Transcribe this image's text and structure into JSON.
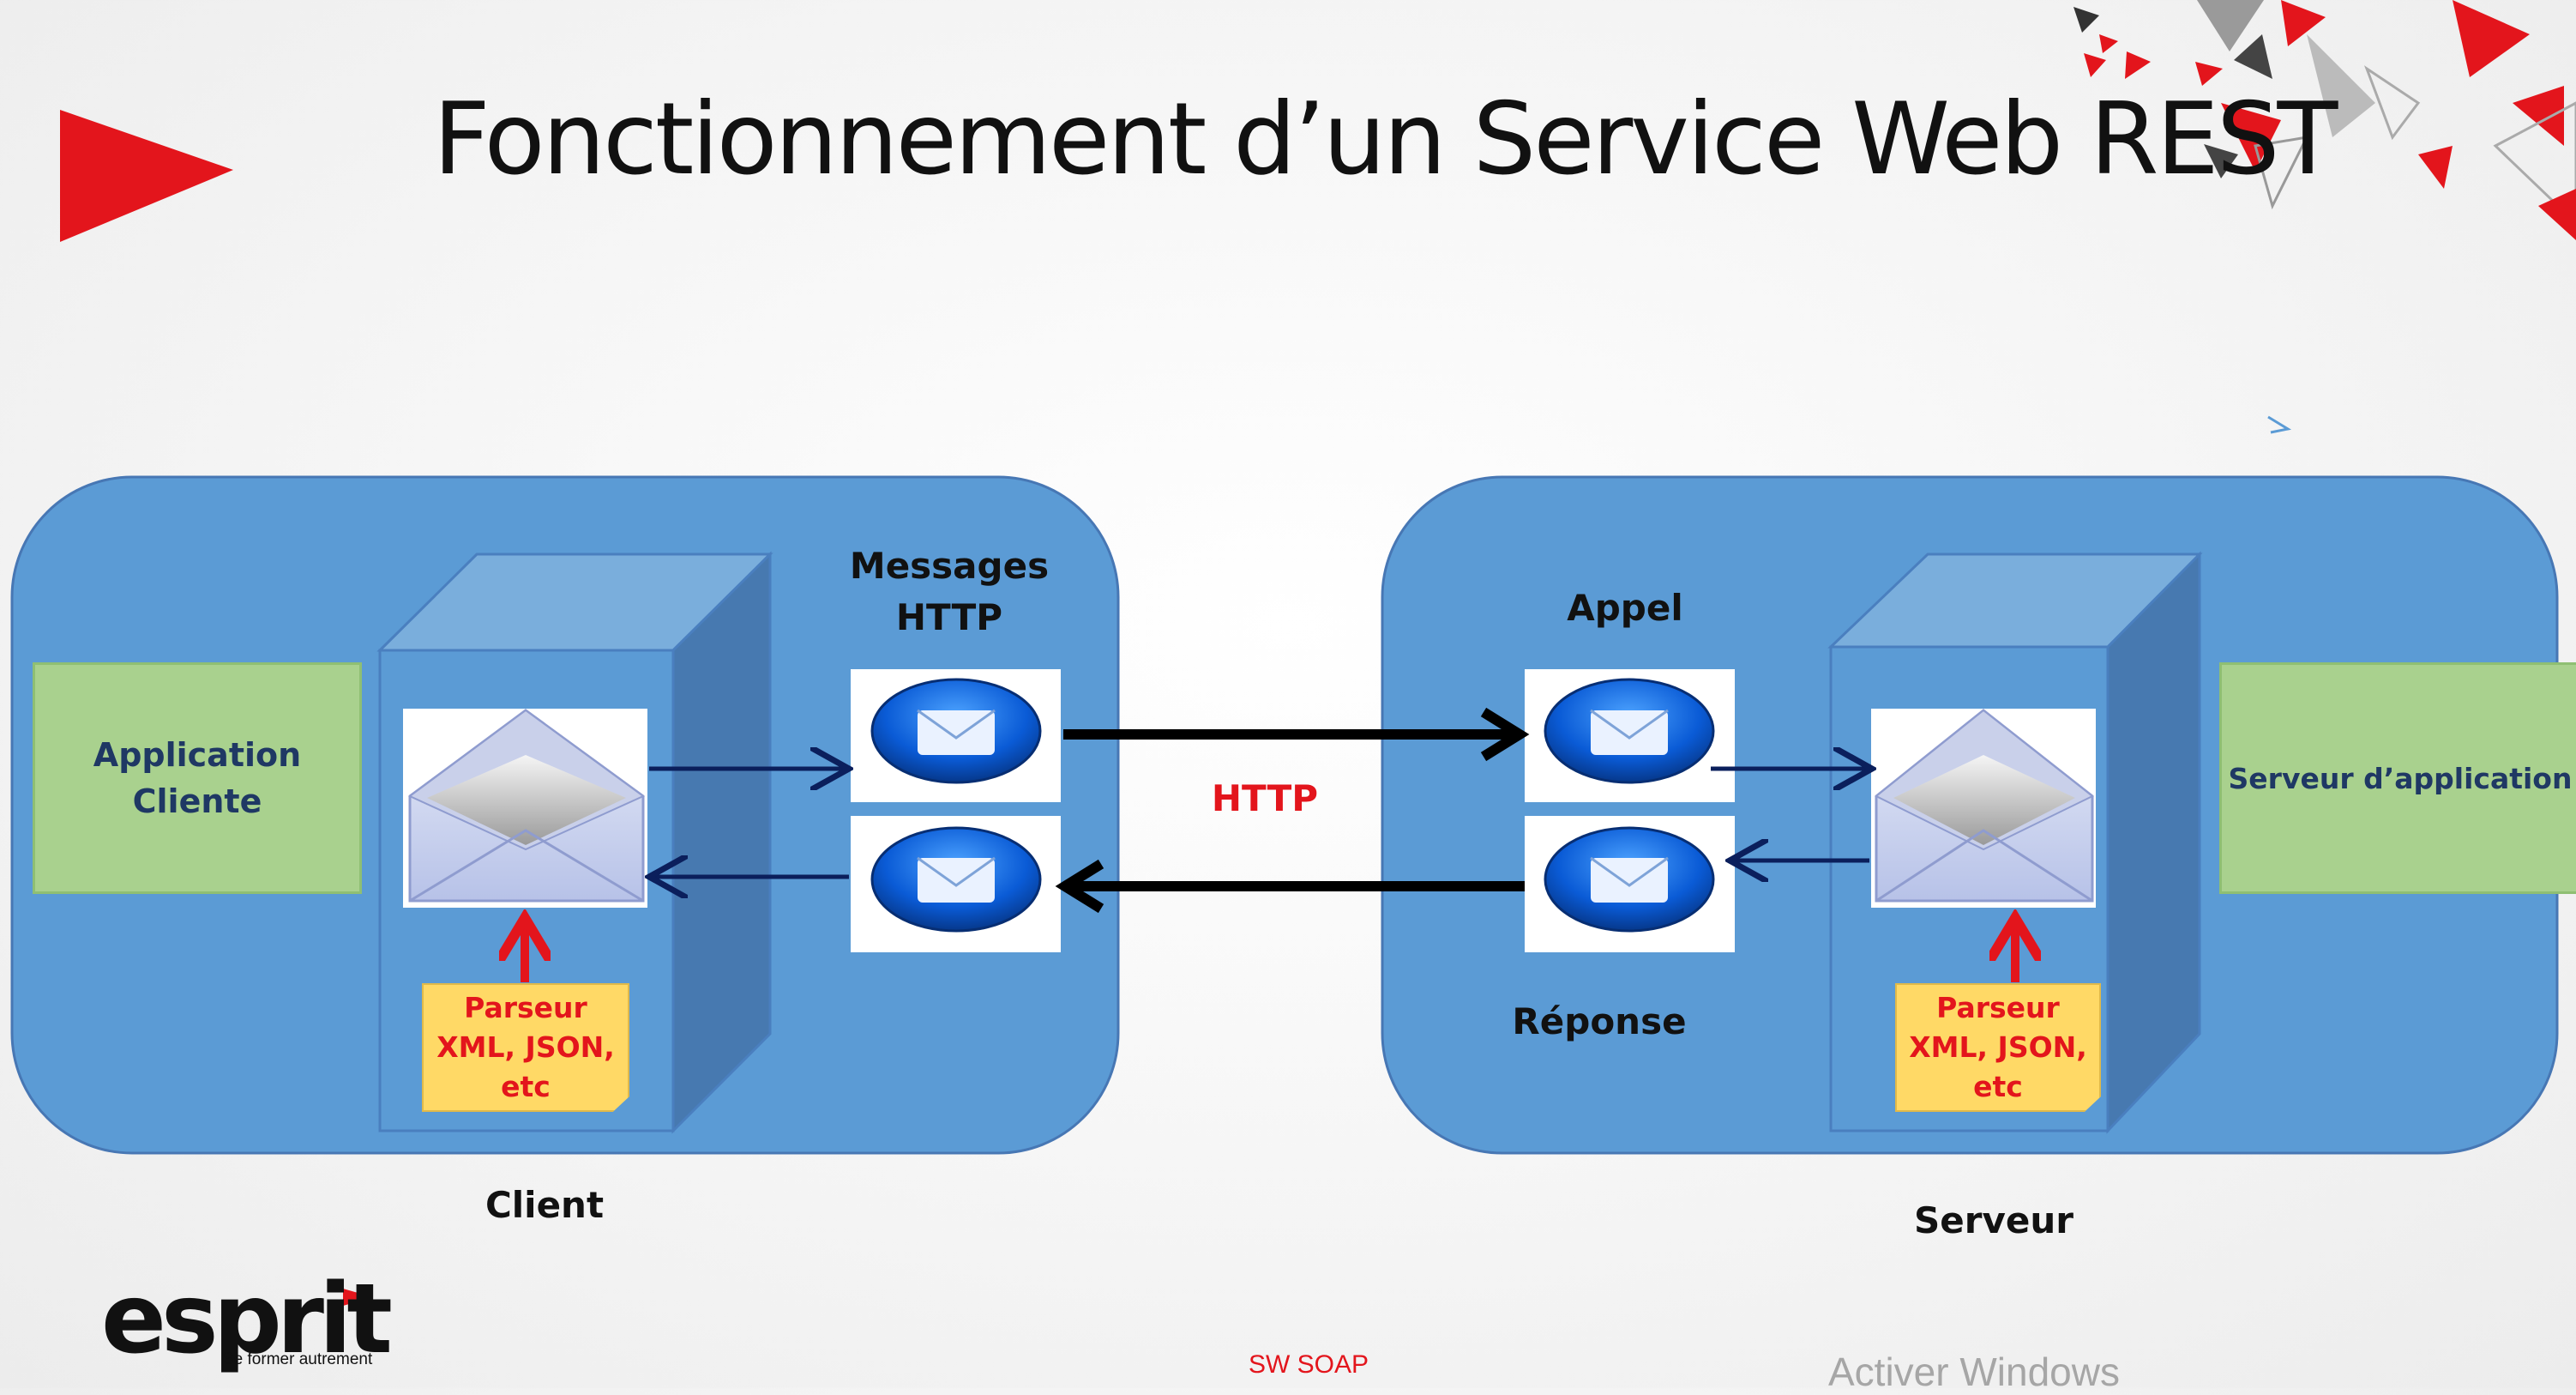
{
  "title": "Fonctionnement d’un Service Web REST",
  "labels": {
    "messages_http_line1": "Messages",
    "messages_http_line2": "HTTP",
    "http": "HTTP",
    "appel": "Appel",
    "reponse": "Réponse",
    "client": "Client",
    "serveur": "Serveur"
  },
  "client_app": {
    "line1": "Application",
    "line2": "Cliente"
  },
  "server_app": {
    "label": "Serveur d’application"
  },
  "parser_client": "Parseur\nXML, JSON,\netc",
  "parser_server": "Parseur\nXML, JSON,\netc",
  "footer": {
    "center": "SW SOAP",
    "watermark": "Activer Windows"
  },
  "logo": {
    "word": "esprit",
    "tagline": "Se former autrement"
  },
  "colors": {
    "panel": "#5b9bd5",
    "cube_front": "#5b9bd5",
    "accent_red": "#e3151c",
    "arrow_dark": "#0b1f5c",
    "app_green": "#a9d18e",
    "parser_yellow": "#ffd966"
  }
}
